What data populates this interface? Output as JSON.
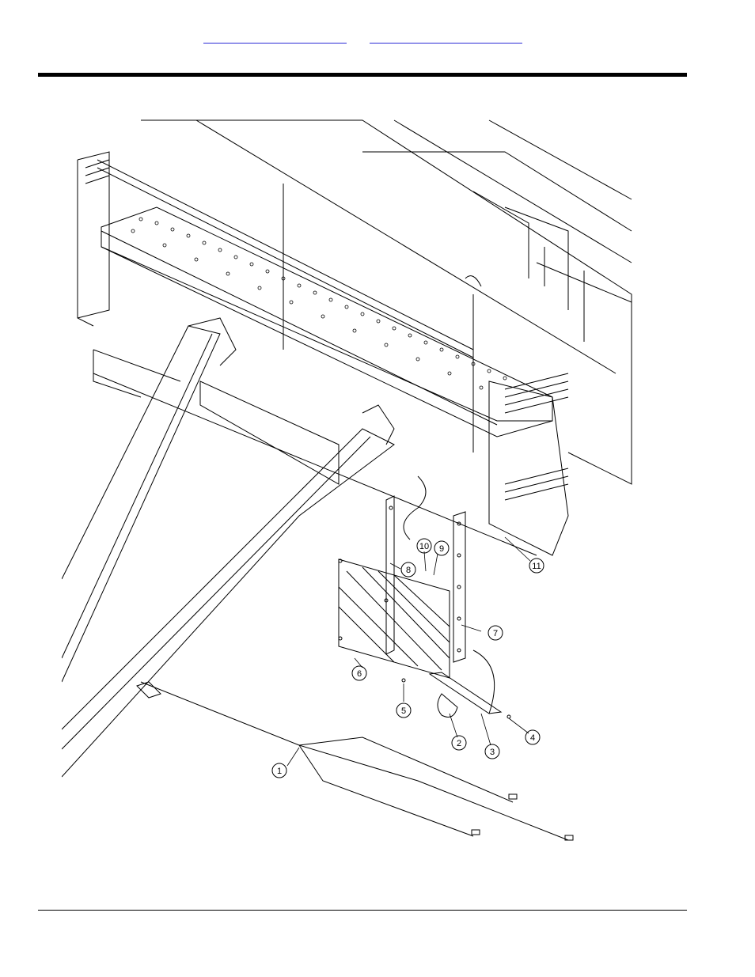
{
  "header": {
    "links": [
      {
        "label": ""
      },
      {
        "label": ""
      }
    ]
  },
  "drawing": {
    "callouts": [
      {
        "number": "1"
      },
      {
        "number": "2"
      },
      {
        "number": "3"
      },
      {
        "number": "4"
      },
      {
        "number": "5"
      },
      {
        "number": "6"
      },
      {
        "number": "7"
      },
      {
        "number": "8"
      },
      {
        "number": "9"
      },
      {
        "number": "10"
      },
      {
        "number": "11"
      }
    ]
  },
  "colors": {
    "link": "#2b2bd6",
    "rule": "#000000",
    "line": "#000000"
  }
}
